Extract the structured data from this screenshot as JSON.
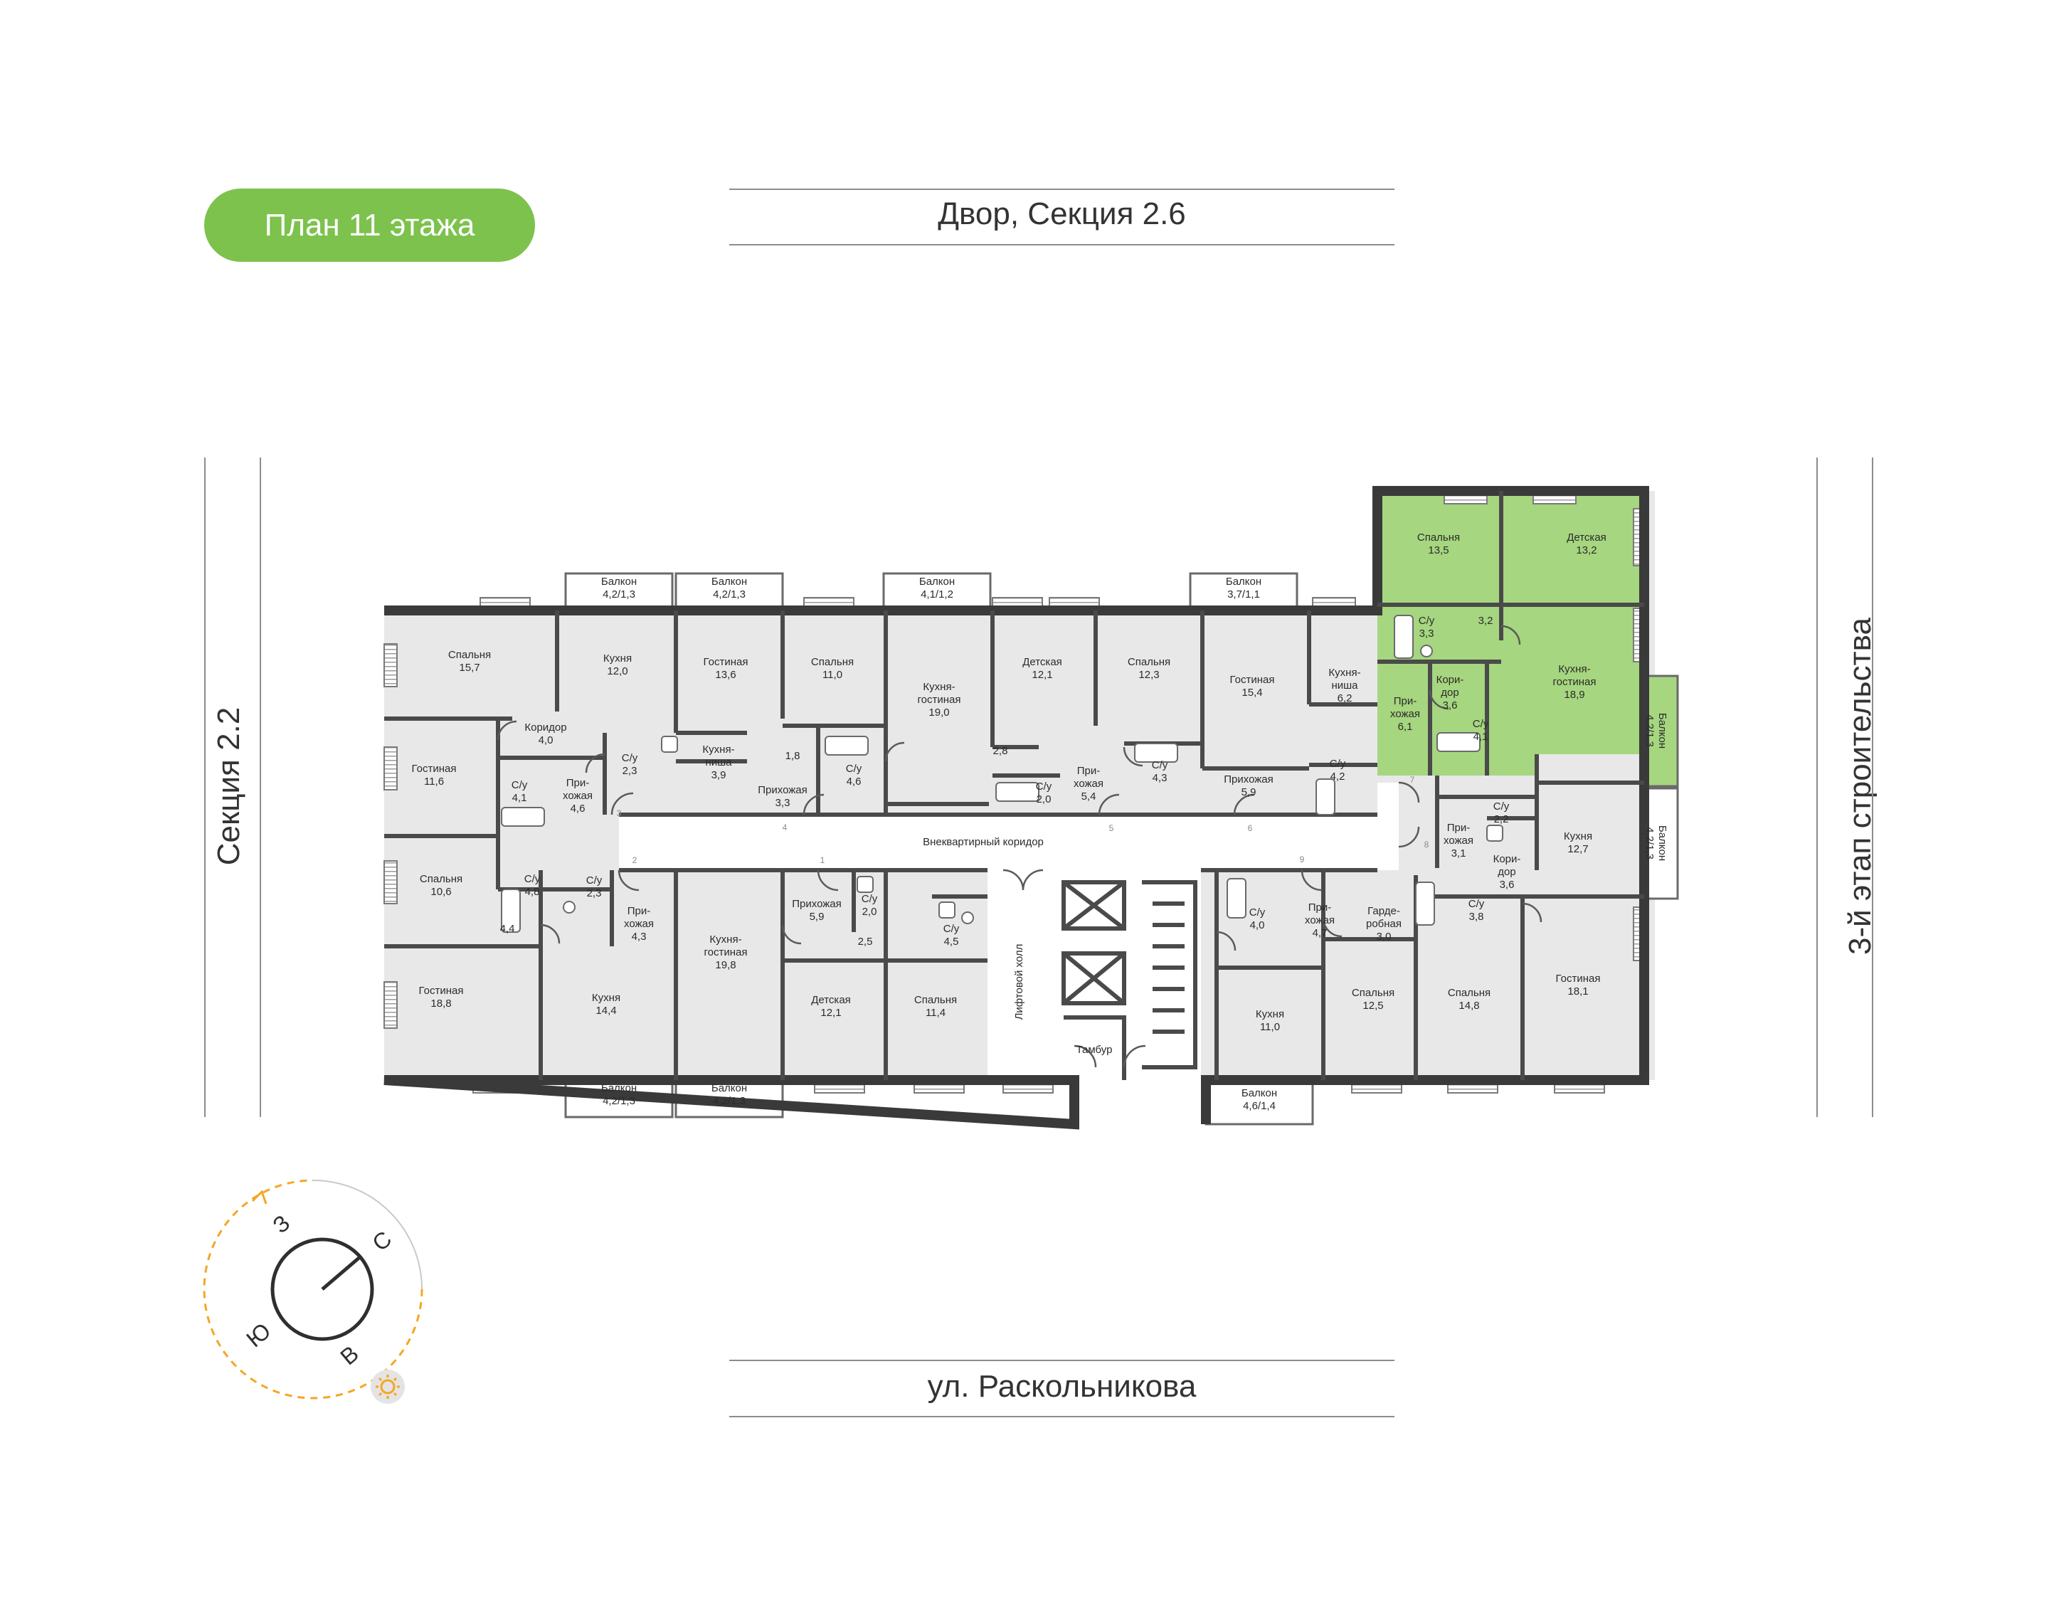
{
  "title": "План 11 этажа",
  "streets": {
    "top": "Двор, Секция 2.6",
    "bottom": "ул. Раскольникова",
    "left": "Секция 2.2",
    "right": "3-й этап строительства"
  },
  "compass": {
    "n": "С",
    "s": "Ю",
    "e": "В",
    "w": "З"
  },
  "corridor": "Внеквартирный коридор",
  "lift_hall": "Лифтовой холл",
  "tambour": "Тамбур",
  "colors": {
    "highlight": "#a6d67f",
    "room": "#e8e8e8",
    "wall": "#3a3a3a",
    "accent": "#7cc24d",
    "sun": "#f5a623"
  },
  "entrances": [
    "1",
    "2",
    "3",
    "4",
    "5",
    "6",
    "7",
    "8",
    "9"
  ],
  "rooms": [
    {
      "id": "r1",
      "name": "Спальня",
      "area": "15,7"
    },
    {
      "id": "r2",
      "name": "Кухня",
      "area": "12,0"
    },
    {
      "id": "r3",
      "name": "Гостиная",
      "area": "13,6"
    },
    {
      "id": "r4",
      "name": "Спальня",
      "area": "11,0"
    },
    {
      "id": "r5",
      "name": "Кухня-\nгостиная",
      "area": "19,0"
    },
    {
      "id": "r6",
      "name": "Детская",
      "area": "12,1"
    },
    {
      "id": "r7",
      "name": "Спальня",
      "area": "12,3"
    },
    {
      "id": "r8",
      "name": "Гостиная",
      "area": "15,4"
    },
    {
      "id": "r9",
      "name": "Кухня-\nниша",
      "area": "6,2"
    },
    {
      "id": "r10",
      "name": "Коридор",
      "area": "4,0"
    },
    {
      "id": "r11",
      "name": "Гостиная",
      "area": "11,6"
    },
    {
      "id": "r12",
      "name": "С/у",
      "area": "4,1"
    },
    {
      "id": "r13",
      "name": "С/у",
      "area": "2,3"
    },
    {
      "id": "r14",
      "name": "При-\nхожая",
      "area": "4,6"
    },
    {
      "id": "r15",
      "name": "Кухня-\nниша",
      "area": "3,9"
    },
    {
      "id": "r16",
      "name": "Прихожая",
      "area": "3,3"
    },
    {
      "id": "r17",
      "name": "С/у",
      "area": "4,6"
    },
    {
      "id": "r18",
      "name": "С/у",
      "area": "2,0"
    },
    {
      "id": "r19",
      "name": "При-\nхожая",
      "area": "5,4"
    },
    {
      "id": "r20",
      "name": "С/у",
      "area": "4,3"
    },
    {
      "id": "r21",
      "name": "Прихожая",
      "area": "5,9"
    },
    {
      "id": "r22",
      "name": "С/у",
      "area": "4,2"
    },
    {
      "id": "r23",
      "name": "Спальня",
      "area": "10,6"
    },
    {
      "id": "r24",
      "name": "С/у",
      "area": "4,8"
    },
    {
      "id": "r25",
      "name": "С/у",
      "area": "2,3"
    },
    {
      "id": "r26",
      "name": "При-\nхожая",
      "area": "4,3"
    },
    {
      "id": "r27",
      "name": "Гостиная",
      "area": "18,8"
    },
    {
      "id": "r28",
      "name": "Кухня",
      "area": "14,4"
    },
    {
      "id": "r29",
      "name": "Кухня-\nгостиная",
      "area": "19,8"
    },
    {
      "id": "r30",
      "name": "Прихожая",
      "area": "5,9"
    },
    {
      "id": "r31",
      "name": "С/у",
      "area": "2,0"
    },
    {
      "id": "r32",
      "name": "С/у",
      "area": "4,5"
    },
    {
      "id": "r33",
      "name": "Детская",
      "area": "12,1"
    },
    {
      "id": "r34",
      "name": "Спальня",
      "area": "11,4"
    },
    {
      "id": "r35",
      "name": "С/у",
      "area": "4,0"
    },
    {
      "id": "r36",
      "name": "При-\nхожая",
      "area": "4,7"
    },
    {
      "id": "r37",
      "name": "Гарде-\nробная",
      "area": "3,0"
    },
    {
      "id": "r38",
      "name": "Кухня",
      "area": "11,0"
    },
    {
      "id": "r39",
      "name": "Спальня",
      "area": "12,5"
    },
    {
      "id": "r40",
      "name": "Спальня",
      "area": "14,8"
    },
    {
      "id": "r41",
      "name": "Гостиная",
      "area": "18,1"
    },
    {
      "id": "r42",
      "name": "При-\nхожая",
      "area": "3,1"
    },
    {
      "id": "r43",
      "name": "С/у",
      "area": "2,2"
    },
    {
      "id": "r44",
      "name": "Кори-\nдор",
      "area": "3,6"
    },
    {
      "id": "r45",
      "name": "С/у",
      "area": "3,8"
    },
    {
      "id": "r46",
      "name": "Кухня",
      "area": "12,7"
    },
    {
      "id": "r47",
      "name": "Спальня",
      "area": "13,5"
    },
    {
      "id": "r48",
      "name": "Детская",
      "area": "13,2"
    },
    {
      "id": "r49",
      "name": "С/у",
      "area": "3,3"
    },
    {
      "id": "r50",
      "name": "Кори-\nдор",
      "area": "3,6"
    },
    {
      "id": "r51",
      "name": "При-\nхожая",
      "area": "6,1"
    },
    {
      "id": "r52",
      "name": "С/у",
      "area": "4,1"
    },
    {
      "id": "r53",
      "name": "Кухня-\nгостиная",
      "area": "18,9"
    }
  ],
  "small_areas": [
    "1,8",
    "2,8",
    "2,5",
    "4,4",
    "3,2"
  ],
  "balconies": [
    {
      "id": "b1",
      "name": "Балкон",
      "area": "4,2/1,3"
    },
    {
      "id": "b2",
      "name": "Балкон",
      "area": "4,2/1,3"
    },
    {
      "id": "b3",
      "name": "Балкон",
      "area": "4,1/1,2"
    },
    {
      "id": "b4",
      "name": "Балкон",
      "area": "3,7/1,1"
    },
    {
      "id": "b5",
      "name": "Балкон",
      "area": "4,2/1,3"
    },
    {
      "id": "b6",
      "name": "Балкон",
      "area": "4,2/1,3"
    },
    {
      "id": "b7",
      "name": "Балкон",
      "area": "4,6/1,4"
    },
    {
      "id": "b8",
      "name": "Балкон",
      "area": "4,2/1,3"
    },
    {
      "id": "b9",
      "name": "Балкон",
      "area": "4,2/1,3"
    }
  ]
}
